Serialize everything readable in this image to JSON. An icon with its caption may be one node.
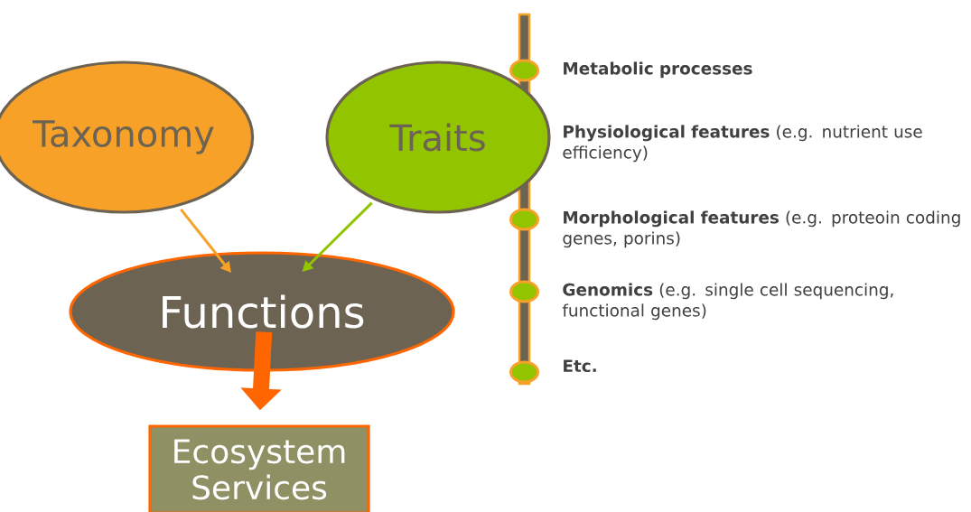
{
  "diagram": {
    "nodes": [
      {
        "text": [
          "Taxonomy"
        ]
      },
      {
        "text": [
          "Traits"
        ]
      },
      {
        "text": [
          "Functions"
        ]
      },
      {
        "text": [
          "Ecosystem Services"
        ]
      }
    ],
    "edges": [
      {
        "from": 0,
        "to": 2,
        "arrow": "to",
        "color": "#f7a128"
      },
      {
        "from": 1,
        "to": 2,
        "arrow": "to",
        "color": "#92c400"
      },
      {
        "from": 2,
        "to": 3,
        "arrow": "to",
        "style": "thick",
        "color": "#ff6600"
      }
    ],
    "labels": [
      "Metabolic processes",
      "**Physiological features** (e.g. nutrient use efficiency)",
      "**Morphological features** (e.g. proteoin coding genes, porins)",
      "**Genomics** (e.g. single cell sequencing, functional genes)",
      "Etc."
    ]
  }
}
